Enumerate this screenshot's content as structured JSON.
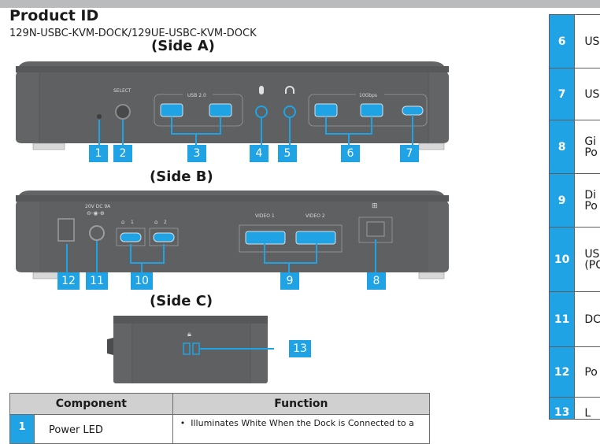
{
  "header": {
    "title": "Product ID",
    "models": "129N-USBC-KVM-DOCK/129UE-USBC-KVM-DOCK"
  },
  "side_a": {
    "label": "(Side A)",
    "port_labels": {
      "select": "SELECT",
      "usb2": "USB 2.0",
      "tenG": "10Gbps"
    },
    "callouts": [
      "1",
      "2",
      "3",
      "4",
      "5",
      "6",
      "7"
    ]
  },
  "side_b": {
    "label": "(Side B)",
    "port_labels": {
      "dc_in": "20V DC 9A",
      "pc1": "1",
      "pc2": "2",
      "video1": "VIDEO 1",
      "video2": "VIDEO 2"
    },
    "callouts": [
      "12",
      "11",
      "10",
      "9",
      "8"
    ]
  },
  "side_c": {
    "label": "(Side C)",
    "callouts": [
      "13"
    ]
  },
  "component_table": {
    "headers": [
      "Component",
      "Function"
    ],
    "rows": [
      {
        "num": "1",
        "component": "Power LED",
        "function": "Illuminates White When the Dock is Connected to a"
      }
    ]
  },
  "function_table": {
    "rows": [
      {
        "num": "6",
        "text": "US"
      },
      {
        "num": "7",
        "text": "US"
      },
      {
        "num": "8",
        "text": "Gi\nPo"
      },
      {
        "num": "9",
        "text": "Di\nPo"
      },
      {
        "num": "10",
        "text": "US\n(PC"
      },
      {
        "num": "11",
        "text": "DC"
      },
      {
        "num": "12",
        "text": "Po"
      },
      {
        "num": "13",
        "text": "L"
      }
    ]
  },
  "colors": {
    "accent": "#1fa3e4",
    "dock_body": "#626466",
    "header_fill": "#d0d0d0"
  }
}
